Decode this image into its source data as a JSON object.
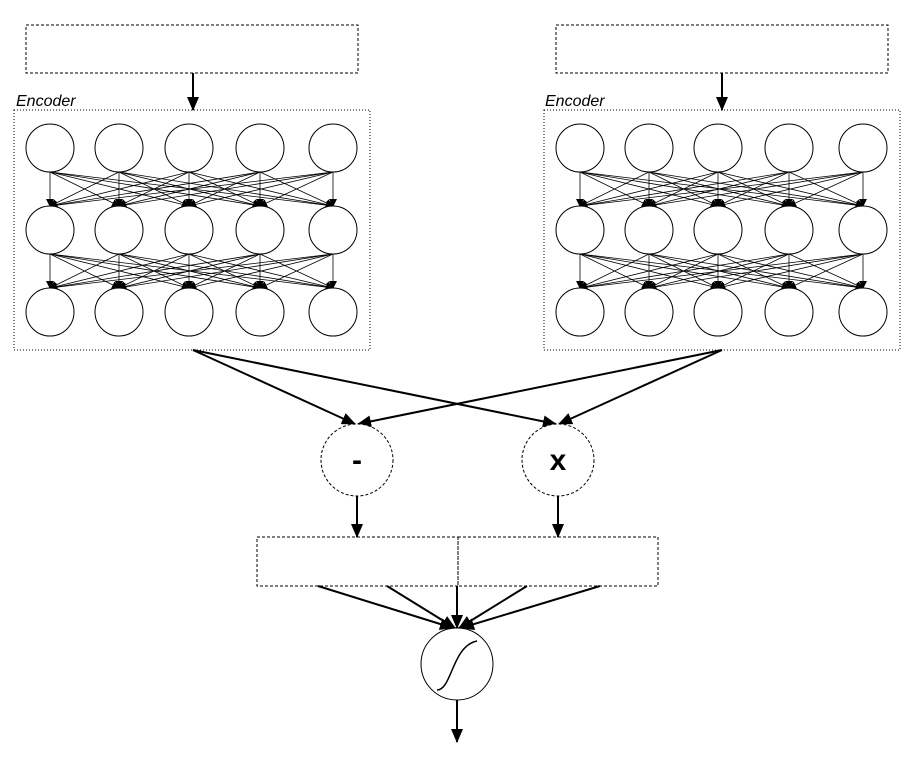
{
  "left_encoder": {
    "label": "Encoder"
  },
  "right_encoder": {
    "label": "Encoder"
  },
  "operations": {
    "subtract": "-",
    "multiply": "x"
  },
  "encoder_grid": {
    "layers": 3,
    "neurons_per_layer": 5
  }
}
